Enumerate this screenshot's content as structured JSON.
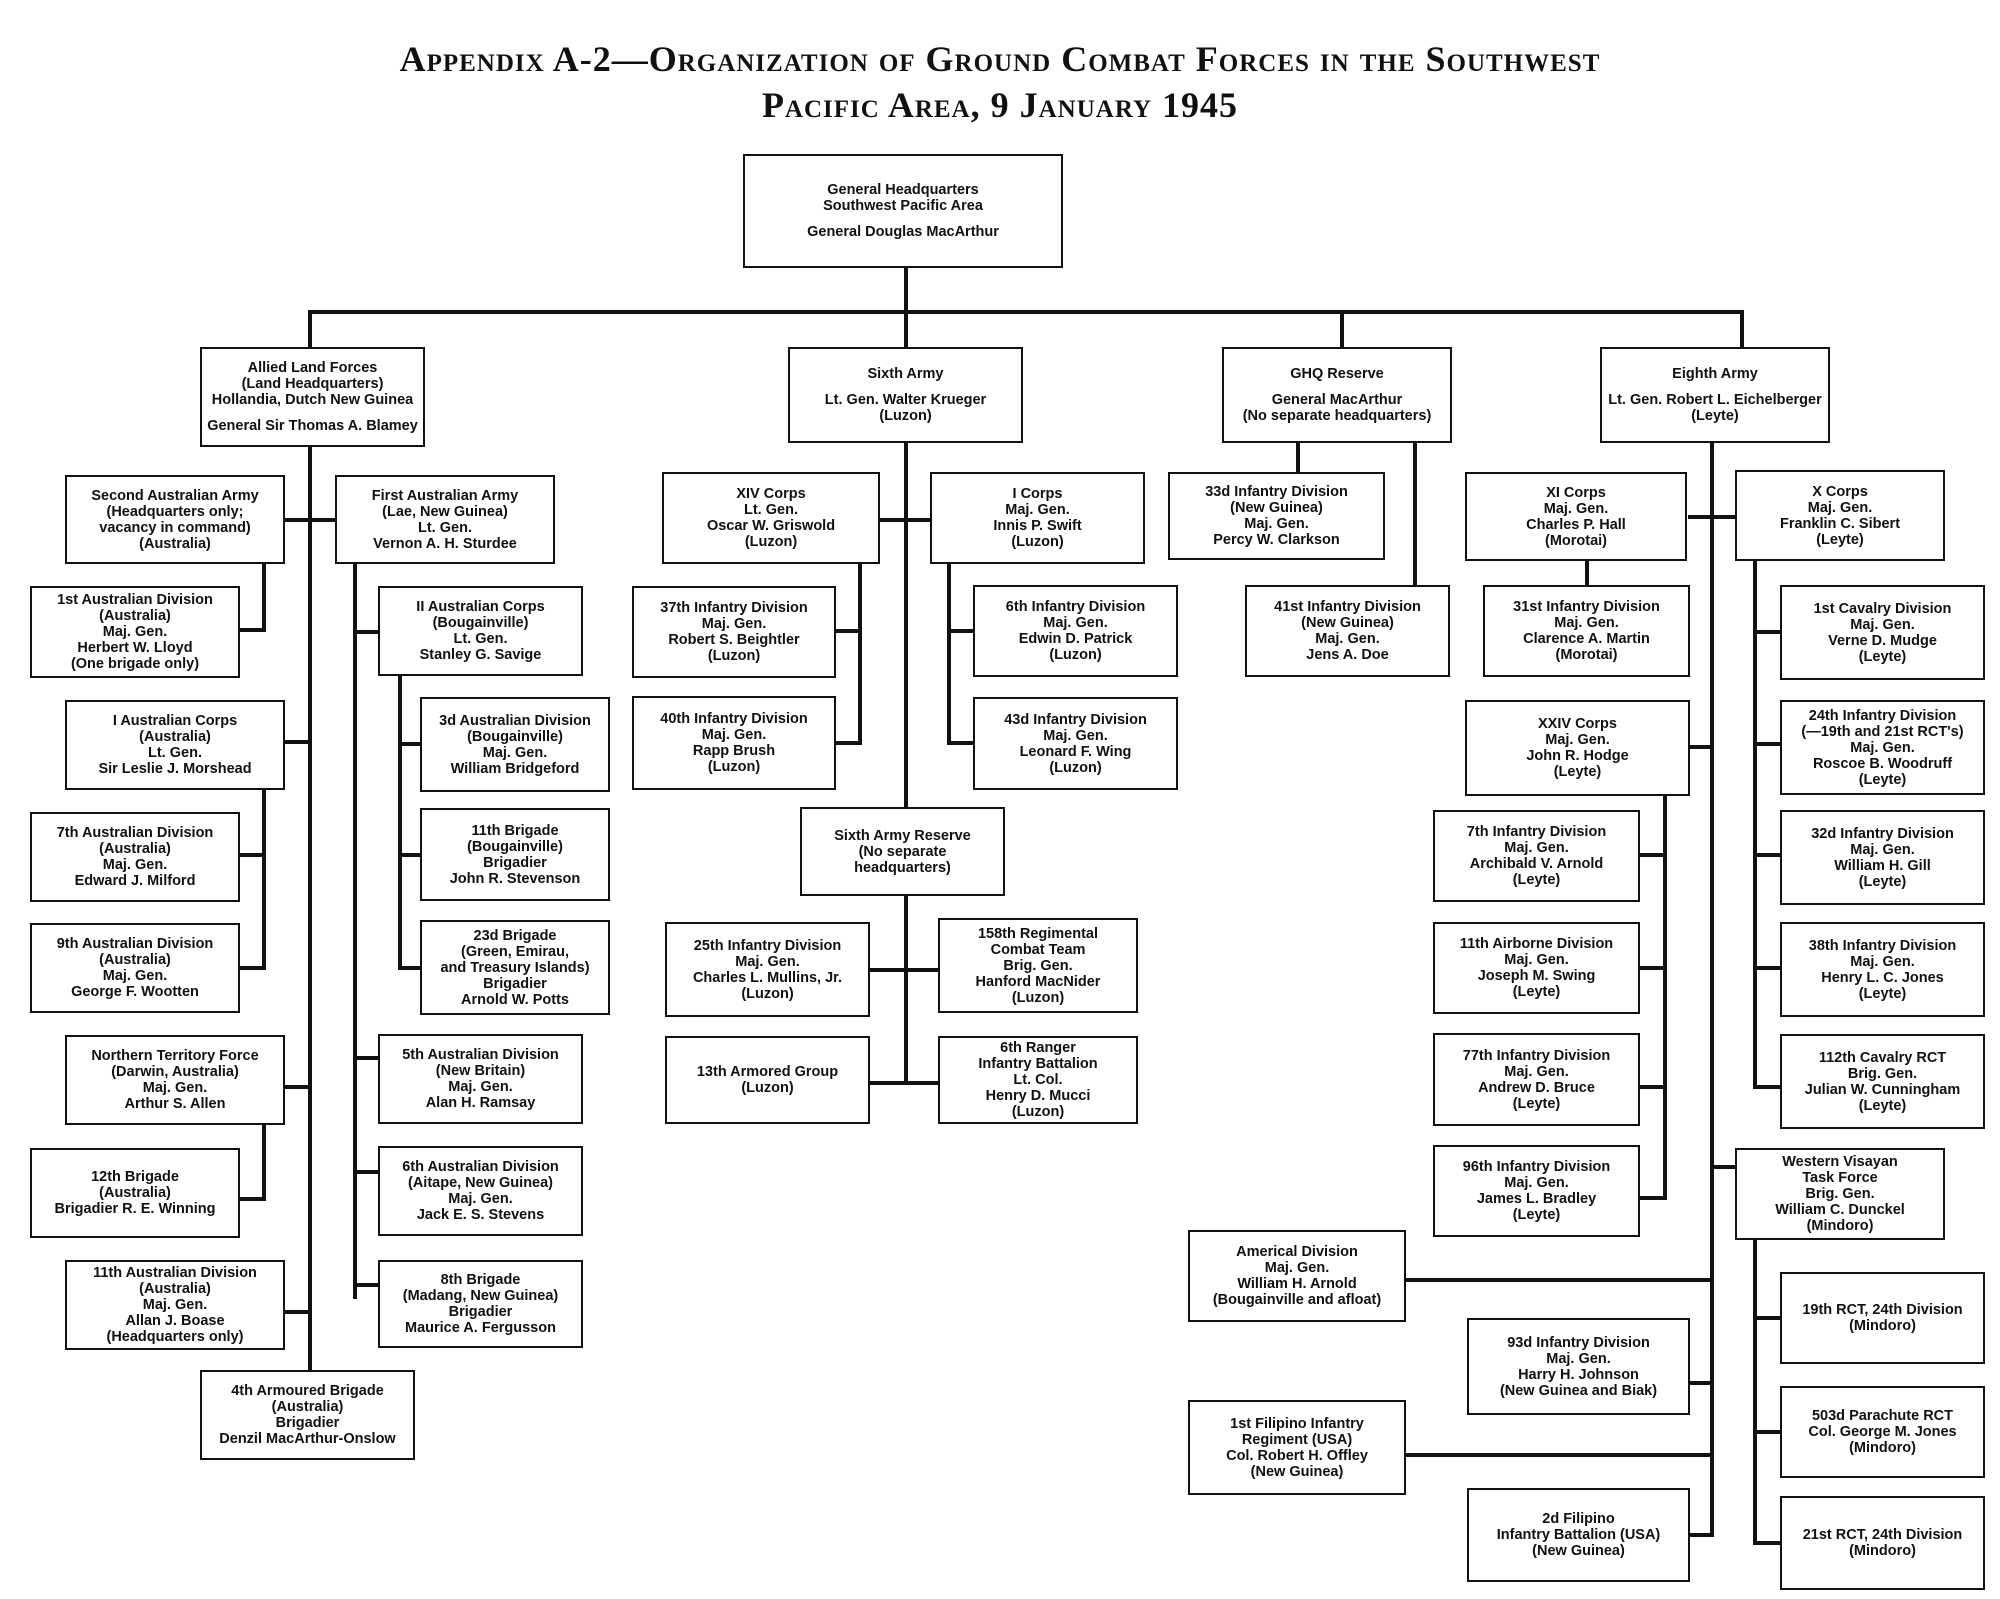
{
  "title": {
    "line1": "Appendix A-2—Organization of Ground Combat Forces in the Southwest",
    "line2": "Pacific Area, 9 January 1945"
  },
  "nodes": [
    {
      "id": "ghq",
      "lines": [
        "General Headquarters",
        "Southwest Pacific Area",
        "",
        "General Douglas MacArthur"
      ]
    },
    {
      "id": "alf",
      "lines": [
        "Allied Land Forces",
        "(Land Headquarters)",
        "Hollandia, Dutch New Guinea",
        "",
        "General Sir Thomas A. Blamey"
      ]
    },
    {
      "id": "sixth",
      "lines": [
        "Sixth Army",
        "",
        "Lt. Gen. Walter Krueger",
        "(Luzon)"
      ]
    },
    {
      "id": "ghqres",
      "lines": [
        "GHQ Reserve",
        "",
        "General MacArthur",
        "(No separate headquarters)"
      ]
    },
    {
      "id": "eighth",
      "lines": [
        "Eighth Army",
        "",
        "Lt. Gen. Robert L. Eichelberger",
        "(Leyte)"
      ]
    },
    {
      "id": "aus2",
      "lines": [
        "Second Australian Army",
        "(Headquarters only;",
        "vacancy in command)",
        "(Australia)"
      ]
    },
    {
      "id": "aus1div",
      "lines": [
        "1st Australian Division",
        "(Australia)",
        "Maj. Gen.",
        "Herbert W. Lloyd",
        "(One brigade only)"
      ]
    },
    {
      "id": "iauscorps",
      "lines": [
        "I Australian Corps",
        "(Australia)",
        "Lt. Gen.",
        "Sir Leslie J. Morshead"
      ]
    },
    {
      "id": "aus7div",
      "lines": [
        "7th Australian Division",
        "(Australia)",
        "Maj. Gen.",
        "Edward J. Milford"
      ]
    },
    {
      "id": "aus9div",
      "lines": [
        "9th Australian Division",
        "(Australia)",
        "Maj. Gen.",
        "George F. Wootten"
      ]
    },
    {
      "id": "ntf",
      "lines": [
        "Northern Territory Force",
        "(Darwin, Australia)",
        "Maj. Gen.",
        "Arthur S. Allen"
      ]
    },
    {
      "id": "brig12",
      "lines": [
        "12th Brigade",
        "(Australia)",
        "Brigadier R. E. Winning"
      ]
    },
    {
      "id": "aus11div",
      "lines": [
        "11th Australian Division",
        "(Australia)",
        "Maj. Gen.",
        "Allan J. Boase",
        "(Headquarters only)"
      ]
    },
    {
      "id": "armd4",
      "lines": [
        "4th Armoured Brigade",
        "(Australia)",
        "Brigadier",
        "Denzil MacArthur-Onslow"
      ]
    },
    {
      "id": "aus1army",
      "lines": [
        "First Australian Army",
        "(Lae, New Guinea)",
        "Lt. Gen.",
        "Vernon A. H. Sturdee"
      ]
    },
    {
      "id": "iiauscorps",
      "lines": [
        "II Australian Corps",
        "(Bougainville)",
        "Lt. Gen.",
        "Stanley G. Savige"
      ]
    },
    {
      "id": "aus3div",
      "lines": [
        "3d Australian Division",
        "(Bougainville)",
        "Maj. Gen.",
        "William Bridgeford"
      ]
    },
    {
      "id": "brig11",
      "lines": [
        "11th Brigade",
        "(Bougainville)",
        "Brigadier",
        "John R. Stevenson"
      ]
    },
    {
      "id": "brig23",
      "lines": [
        "23d Brigade",
        "(Green, Emirau,",
        "and Treasury Islands)",
        "Brigadier",
        "Arnold W. Potts"
      ]
    },
    {
      "id": "aus5div",
      "lines": [
        "5th Australian Division",
        "(New Britain)",
        "Maj. Gen.",
        "Alan H. Ramsay"
      ]
    },
    {
      "id": "aus6div",
      "lines": [
        "6th Australian Division",
        "(Aitape, New Guinea)",
        "Maj. Gen.",
        "Jack E. S. Stevens"
      ]
    },
    {
      "id": "brig8",
      "lines": [
        "8th Brigade",
        "(Madang, New Guinea)",
        "Brigadier",
        "Maurice A. Fergusson"
      ]
    },
    {
      "id": "xiv",
      "lines": [
        "XIV Corps",
        "Lt. Gen.",
        "Oscar W. Griswold",
        "(Luzon)"
      ]
    },
    {
      "id": "icorps",
      "lines": [
        "I Corps",
        "Maj. Gen.",
        "Innis P. Swift",
        "(Luzon)"
      ]
    },
    {
      "id": "inf37",
      "lines": [
        "37th Infantry Division",
        "Maj. Gen.",
        "Robert S. Beightler",
        "(Luzon)"
      ]
    },
    {
      "id": "inf40",
      "lines": [
        "40th Infantry Division",
        "Maj. Gen.",
        "Rapp Brush",
        "(Luzon)"
      ]
    },
    {
      "id": "inf6",
      "lines": [
        "6th Infantry Division",
        "Maj. Gen.",
        "Edwin D. Patrick",
        "(Luzon)"
      ]
    },
    {
      "id": "inf43",
      "lines": [
        "43d Infantry Division",
        "Maj. Gen.",
        "Leonard F. Wing",
        "(Luzon)"
      ]
    },
    {
      "id": "sixres",
      "lines": [
        "Sixth Army Reserve",
        "(No separate",
        "headquarters)"
      ]
    },
    {
      "id": "inf25",
      "lines": [
        "25th Infantry Division",
        "Maj. Gen.",
        "Charles L. Mullins, Jr.",
        "(Luzon)"
      ]
    },
    {
      "id": "rct158",
      "lines": [
        "158th Regimental",
        "Combat Team",
        "Brig. Gen.",
        "Hanford MacNider",
        "(Luzon)"
      ]
    },
    {
      "id": "arm13",
      "lines": [
        "13th Armored Group",
        "(Luzon)"
      ]
    },
    {
      "id": "ranger6",
      "lines": [
        "6th Ranger",
        "Infantry Battalion",
        "Lt. Col.",
        "Henry D. Mucci",
        "(Luzon)"
      ]
    },
    {
      "id": "inf33",
      "lines": [
        "33d Infantry Division",
        "(New Guinea)",
        "Maj. Gen.",
        "Percy W. Clarkson"
      ]
    },
    {
      "id": "inf41",
      "lines": [
        "41st Infantry Division",
        "(New Guinea)",
        "Maj. Gen.",
        "Jens A. Doe"
      ]
    },
    {
      "id": "xi",
      "lines": [
        "XI Corps",
        "Maj. Gen.",
        "Charles P. Hall",
        "(Morotai)"
      ]
    },
    {
      "id": "inf31",
      "lines": [
        "31st Infantry Division",
        "Maj. Gen.",
        "Clarence A. Martin",
        "(Morotai)"
      ]
    },
    {
      "id": "xxiv",
      "lines": [
        "XXIV Corps",
        "Maj. Gen.",
        "John R. Hodge",
        "(Leyte)"
      ]
    },
    {
      "id": "inf7",
      "lines": [
        "7th Infantry Division",
        "Maj. Gen.",
        "Archibald V. Arnold",
        "(Leyte)"
      ]
    },
    {
      "id": "abn11",
      "lines": [
        "11th Airborne Division",
        "Maj. Gen.",
        "Joseph M. Swing",
        "(Leyte)"
      ]
    },
    {
      "id": "inf77",
      "lines": [
        "77th Infantry Division",
        "Maj. Gen.",
        "Andrew D. Bruce",
        "(Leyte)"
      ]
    },
    {
      "id": "inf96",
      "lines": [
        "96th Infantry Division",
        "Maj. Gen.",
        "James L. Bradley",
        "(Leyte)"
      ]
    },
    {
      "id": "americal",
      "lines": [
        "Americal Division",
        "Maj. Gen.",
        "William H. Arnold",
        "(Bougainville and afloat)"
      ]
    },
    {
      "id": "inf93",
      "lines": [
        "93d Infantry Division",
        "Maj. Gen.",
        "Harry H. Johnson",
        "(New Guinea and Biak)"
      ]
    },
    {
      "id": "fil1",
      "lines": [
        "1st Filipino Infantry",
        "Regiment (USA)",
        "Col. Robert H. Offley",
        "(New Guinea)"
      ]
    },
    {
      "id": "fil2",
      "lines": [
        "2d Filipino",
        "Infantry Battalion (USA)",
        "(New Guinea)"
      ]
    },
    {
      "id": "xcorps",
      "lines": [
        "X Corps",
        "Maj. Gen.",
        "Franklin C. Sibert",
        "(Leyte)"
      ]
    },
    {
      "id": "cav1",
      "lines": [
        "1st Cavalry Division",
        "Maj. Gen.",
        "Verne D. Mudge",
        "(Leyte)"
      ]
    },
    {
      "id": "inf24",
      "lines": [
        "24th Infantry Division",
        "(—19th and 21st RCT's)",
        "Maj. Gen.",
        "Roscoe B. Woodruff",
        "(Leyte)"
      ]
    },
    {
      "id": "inf32",
      "lines": [
        "32d Infantry Division",
        "Maj. Gen.",
        "William H. Gill",
        "(Leyte)"
      ]
    },
    {
      "id": "inf38",
      "lines": [
        "38th Infantry Division",
        "Maj. Gen.",
        "Henry L. C. Jones",
        "(Leyte)"
      ]
    },
    {
      "id": "cav112",
      "lines": [
        "112th Cavalry RCT",
        "Brig. Gen.",
        "Julian W. Cunningham",
        "(Leyte)"
      ]
    },
    {
      "id": "wvtf",
      "lines": [
        "Western Visayan",
        "Task Force",
        "Brig. Gen.",
        "William C. Dunckel",
        "(Mindoro)"
      ]
    },
    {
      "id": "rct19",
      "lines": [
        "19th RCT, 24th Division",
        "(Mindoro)"
      ]
    },
    {
      "id": "para503",
      "lines": [
        "503d Parachute RCT",
        "Col. George M. Jones",
        "(Mindoro)"
      ]
    },
    {
      "id": "rct21",
      "lines": [
        "21st RCT, 24th Division",
        "(Mindoro)"
      ]
    }
  ]
}
